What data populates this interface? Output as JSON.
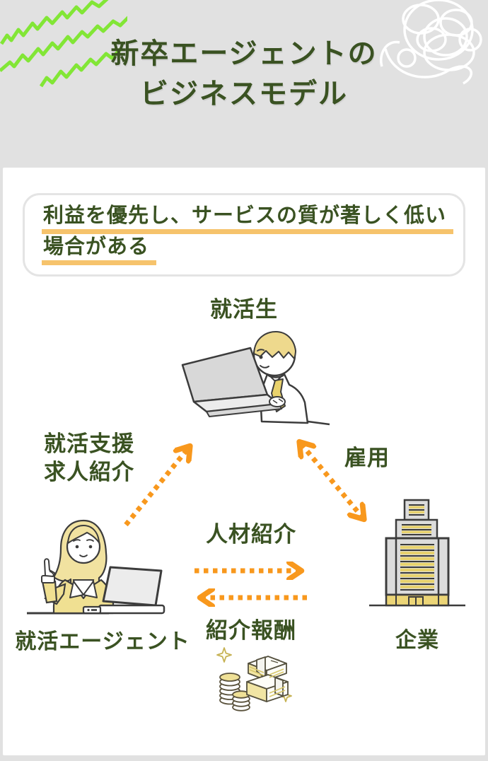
{
  "title": {
    "line1": "新卒エージェントの",
    "line2": "ビジネスモデル"
  },
  "callout": {
    "line1": "利益を優先し、サービスの質が著しく低い",
    "line2": "場合がある"
  },
  "nodes": {
    "student": {
      "label": "就活生"
    },
    "agent": {
      "label": "就活エージェント"
    },
    "company": {
      "label": "企業"
    }
  },
  "flows": {
    "support": {
      "line1": "就活支援",
      "line2": "求人紹介",
      "direction": "agent-to-student"
    },
    "employment": {
      "label": "雇用",
      "direction": "bidirectional-student-company"
    },
    "referral": {
      "label": "人材紹介",
      "direction": "agent-to-company"
    },
    "reward": {
      "label": "紹介報酬",
      "direction": "company-to-agent"
    }
  },
  "icons": {
    "doodle_top_left": "green-zigzag-doodle",
    "scribble_top_right": "white-scribble-loops",
    "student": "student-at-laptop",
    "agent": "woman-agent-pointing-at-laptop",
    "company": "office-building",
    "reward": "money-stacks-and-coins"
  },
  "colors": {
    "background": "#e1e1e1",
    "panel": "#ffffff",
    "text_green": "#3a5222",
    "arrow_orange": "#f8981d",
    "underline_orange": "#f6c36c",
    "doodle_green": "#82e636",
    "illustration_yellow": "#f0e092",
    "window_yellow": "#e7d26e",
    "illustration_gray": "#dcdcdc",
    "outline": "#3c3c3c"
  }
}
